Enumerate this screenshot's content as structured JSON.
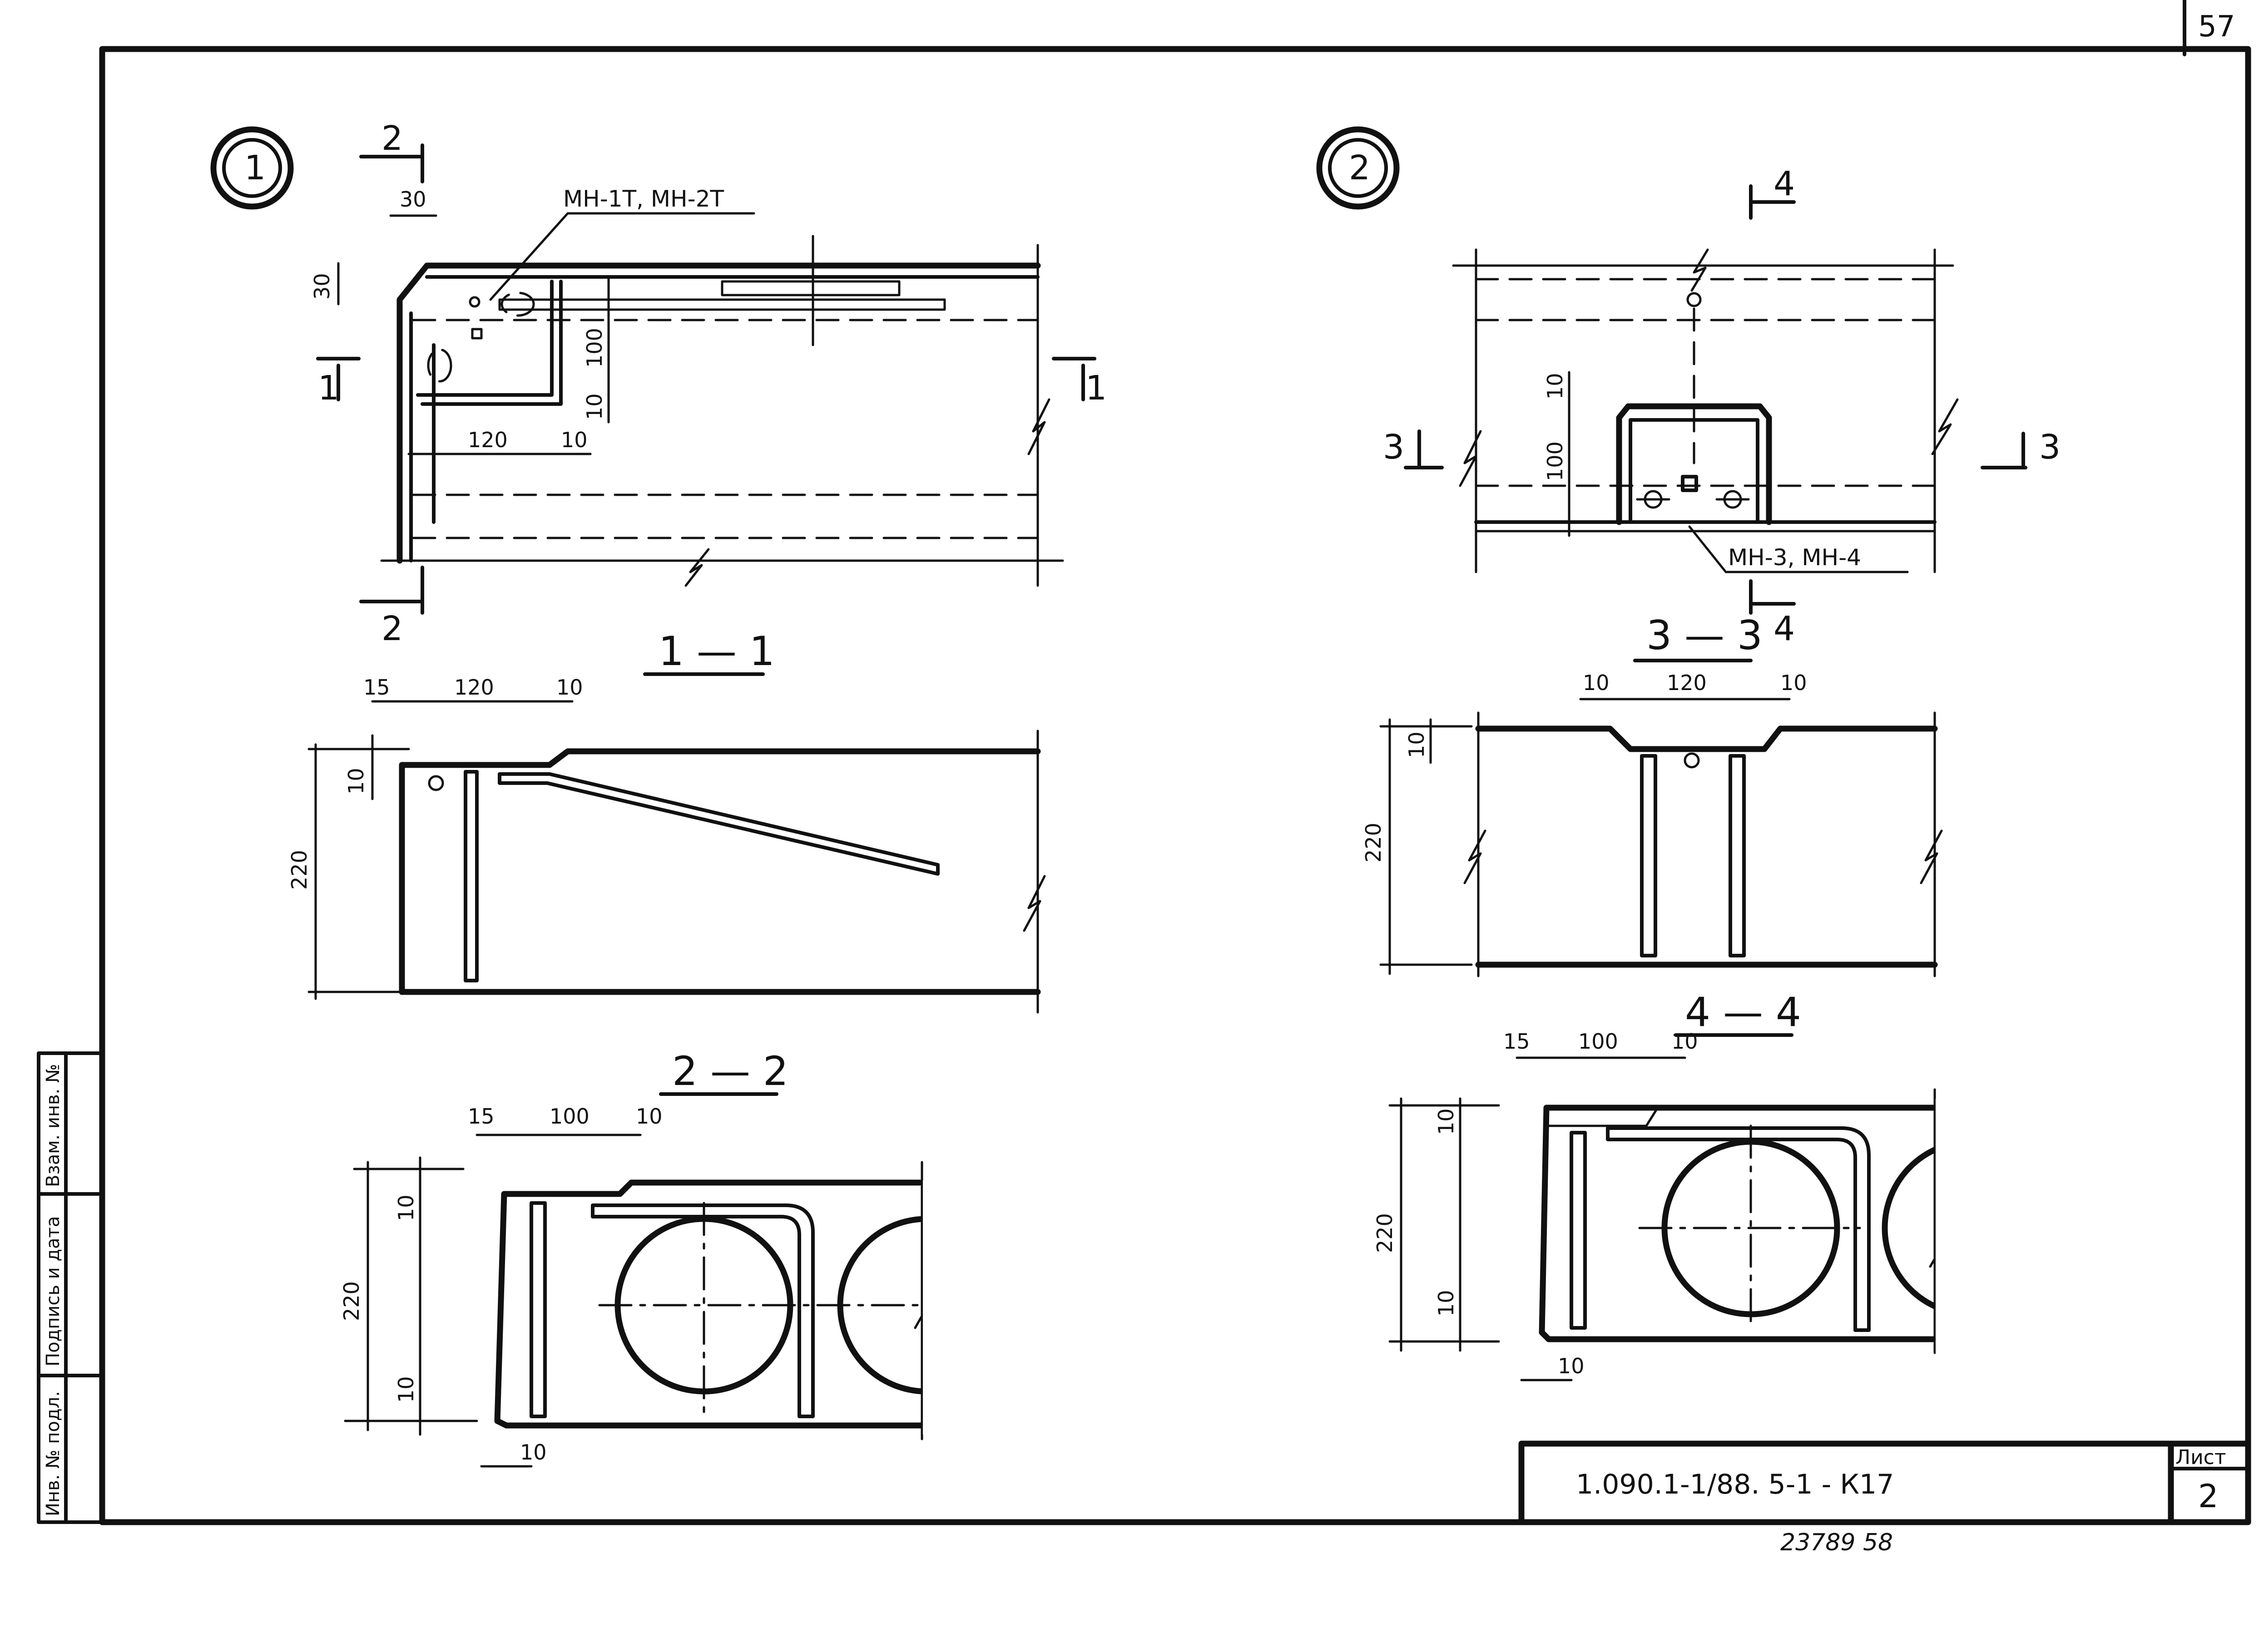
{
  "page_number": "57",
  "details": [
    {
      "number": "1",
      "leader_label": "МН-1Т, МН-2Т",
      "cut_marks": [
        "1",
        "1",
        "2",
        "2"
      ],
      "dims": [
        "30",
        "30",
        "100",
        "10",
        "120",
        "10"
      ]
    },
    {
      "number": "2",
      "leader_label": "МН-3, МН-4",
      "cut_marks": [
        "3",
        "3",
        "4",
        "4"
      ],
      "dims": [
        "10",
        "100"
      ]
    }
  ],
  "sections": [
    {
      "title": "1 — 1",
      "dims": [
        "15",
        "120",
        "10",
        "10",
        "220"
      ]
    },
    {
      "title": "2 — 2",
      "dims": [
        "15",
        "100",
        "10",
        "10",
        "220",
        "10",
        "10"
      ]
    },
    {
      "title": "3 — 3",
      "dims": [
        "10",
        "120",
        "10",
        "10",
        "220"
      ]
    },
    {
      "title": "4 — 4",
      "dims": [
        "15",
        "100",
        "10",
        "10",
        "220",
        "10",
        "10"
      ]
    }
  ],
  "side_stamp": [
    "Инв. № подл.",
    "Подпись и дата",
    "Взам. инв. №"
  ],
  "title_block": {
    "code": "1.090.1-1/88.  5-1 - К17",
    "sheet_label": "Лист",
    "sheet_number": "2"
  },
  "archive_note": "23789   58"
}
